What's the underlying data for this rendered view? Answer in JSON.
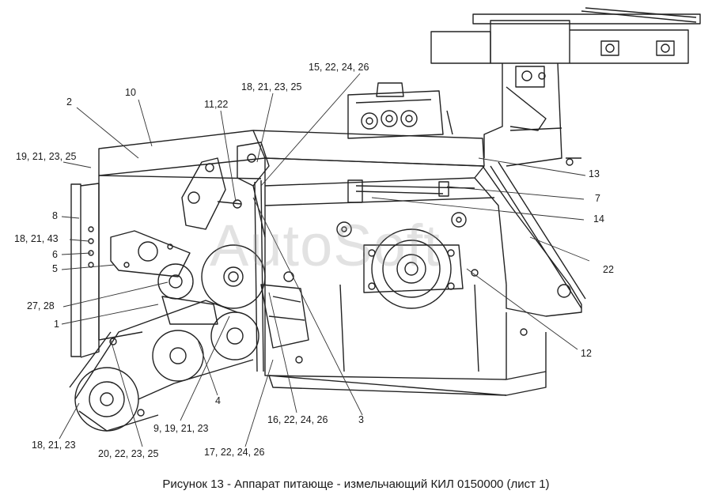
{
  "watermark": "AutoSoft",
  "caption": "Рисунок 13 - Аппарат питающе - измельчающий КИЛ 0150000 (лист 1)",
  "callouts": {
    "c10": "10",
    "c2": "2",
    "c19_21_23_25": "19, 21, 23, 25",
    "c8": "8",
    "c18_21_43": "18, 21, 43",
    "c6": "6",
    "c5": "5",
    "c27_28": "27, 28",
    "c1": "1",
    "c11_22": "11,22",
    "c18_21_23_25": "18, 21, 23, 25",
    "c15_22_24_26": "15, 22, 24, 26",
    "c13": "13",
    "c7": "7",
    "c14": "14",
    "c22": "22",
    "c12": "12",
    "c3": "3",
    "c16_22_24_26": "16, 22, 24, 26",
    "c17_22_24_26": "17, 22, 24, 26",
    "c9_19_21_23": "9, 19, 21, 23",
    "c4": "4",
    "c20_22_23_25": "20, 22, 23, 25",
    "c18_21_23": "18, 21, 23"
  }
}
